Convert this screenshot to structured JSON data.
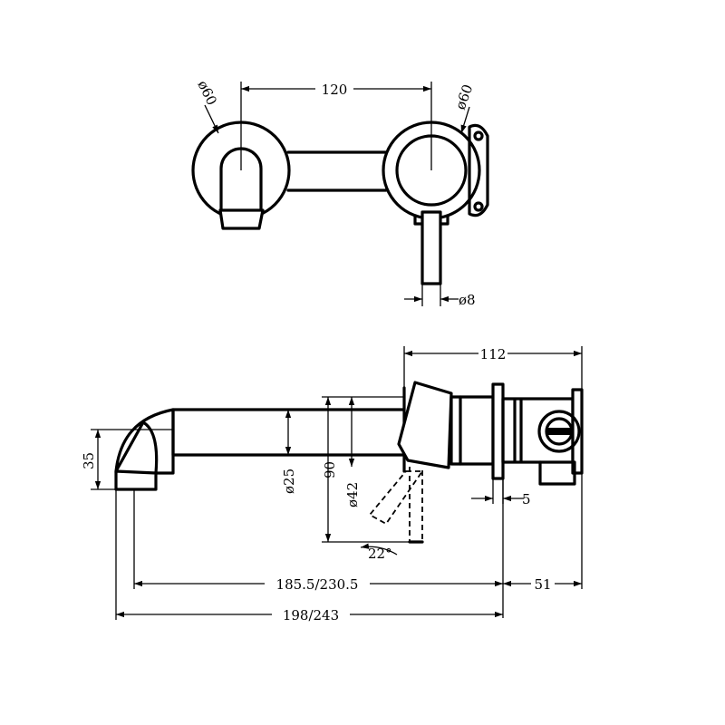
{
  "top_view": {
    "dim_spacing": "120",
    "dim_left_rose": "ø60",
    "dim_right_rose": "ø60",
    "dim_lever": "ø8"
  },
  "side_view": {
    "dim_body_length": "112",
    "dim_spout_height": "35",
    "dim_spout_diameter": "ø25",
    "dim_rose_height": "90",
    "dim_rose_diameter": "ø42",
    "dim_plate": "5",
    "dim_lever_angle": "22°",
    "dim_spout_reach": "185.5/230.5",
    "dim_depth": "51",
    "dim_overall": "198/243"
  }
}
